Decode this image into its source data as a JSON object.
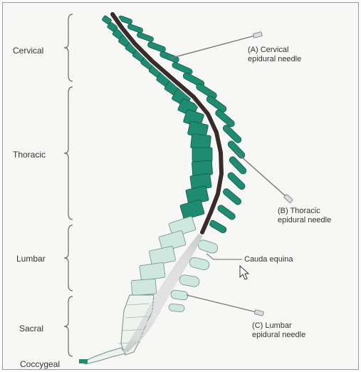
{
  "regions": {
    "cervical": "Cervical",
    "thoracic": "Thoracic",
    "lumbar": "Lumbar",
    "sacral": "Sacral",
    "coccygeal": "Coccygeal"
  },
  "annotations": {
    "cervical_needle": {
      "line1": "(A) Cervical",
      "line2": "epidural needle"
    },
    "thoracic_needle": {
      "line1": "(B) Thoracic",
      "line2": "epidural needle"
    },
    "cauda_equina": "Cauda equina",
    "lumbar_needle": {
      "line1": "(C) Lumbar",
      "line2": "epidural needle"
    }
  },
  "colors": {
    "vertebra_dark": "#1f8c72",
    "vertebra_light": "#cfe8df",
    "sacrum": "#eef3f0",
    "cord": "#3a2a28",
    "outline": "#6f8f84"
  }
}
